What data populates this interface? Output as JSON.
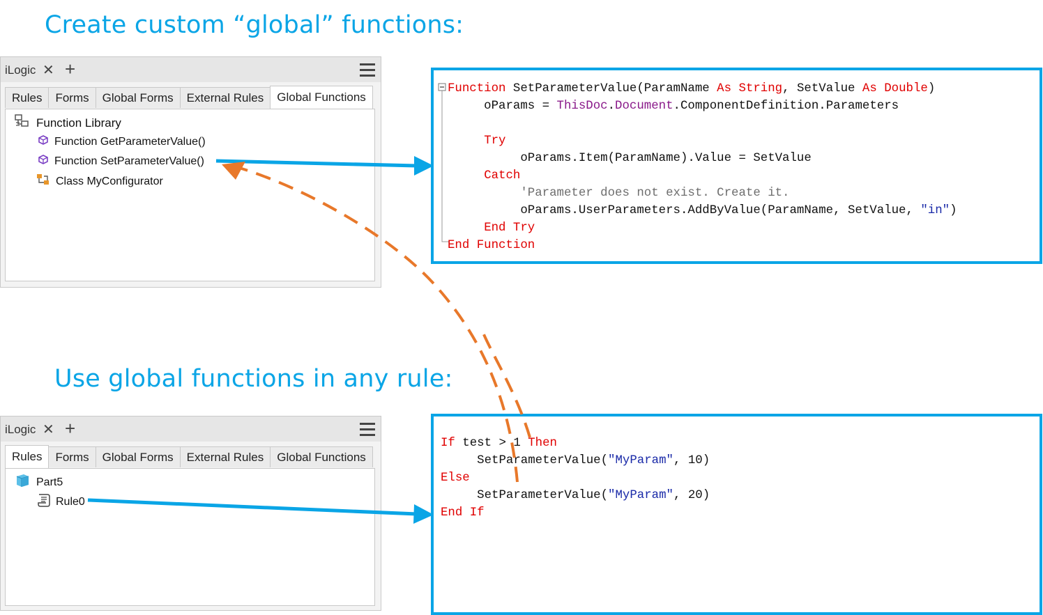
{
  "headings": {
    "top": "Create custom “global” functions:",
    "bottom": "Use global functions in any rule:"
  },
  "panel_top": {
    "app_title": "iLogic",
    "tabs": [
      "Rules",
      "Forms",
      "Global Forms",
      "External Rules",
      "Global Functions"
    ],
    "active_tab": "Global Functions",
    "tree": {
      "root": "Function Library",
      "items": [
        "Function GetParameterValue()",
        "Function SetParameterValue()",
        "Class MyConfigurator"
      ]
    }
  },
  "panel_bottom": {
    "app_title": "iLogic",
    "tabs": [
      "Rules",
      "Forms",
      "Global Forms",
      "External Rules",
      "Global Functions"
    ],
    "active_tab": "Rules",
    "tree": {
      "root": "Part5",
      "items": [
        "Rule0"
      ]
    }
  },
  "code_top": {
    "lines": [
      [
        [
          "kw",
          "Function"
        ],
        [
          "pl",
          " SetParameterValue(ParamName "
        ],
        [
          "kw",
          "As"
        ],
        [
          "pl",
          " "
        ],
        [
          "kw",
          "String"
        ],
        [
          "pl",
          ", SetValue "
        ],
        [
          "kw",
          "As"
        ],
        [
          "pl",
          " "
        ],
        [
          "kw",
          "Double"
        ],
        [
          "pl",
          ")"
        ]
      ],
      [
        [
          "pl",
          "     oParams = "
        ],
        [
          "ob",
          "ThisDoc"
        ],
        [
          "pl",
          "."
        ],
        [
          "ob",
          "Document"
        ],
        [
          "pl",
          ".ComponentDefinition.Parameters"
        ]
      ],
      [],
      [
        [
          "pl",
          "     "
        ],
        [
          "kw",
          "Try"
        ]
      ],
      [
        [
          "pl",
          "          oParams.Item(ParamName).Value = SetValue"
        ]
      ],
      [
        [
          "pl",
          "     "
        ],
        [
          "kw",
          "Catch"
        ]
      ],
      [
        [
          "cm",
          "          'Parameter does not exist. Create it."
        ]
      ],
      [
        [
          "pl",
          "          oParams.UserParameters.AddByValue(ParamName, SetValue, "
        ],
        [
          "str",
          "\"in\""
        ],
        [
          "pl",
          ")"
        ]
      ],
      [
        [
          "pl",
          "     "
        ],
        [
          "kw",
          "End Try"
        ]
      ],
      [
        [
          "kw",
          "End Function"
        ]
      ]
    ]
  },
  "code_bottom": {
    "lines": [
      [
        [
          "kw",
          "If"
        ],
        [
          "pl",
          " test > 1 "
        ],
        [
          "kw",
          "Then"
        ]
      ],
      [
        [
          "pl",
          "     SetParameterValue("
        ],
        [
          "str",
          "\"MyParam\""
        ],
        [
          "pl",
          ", 10)"
        ]
      ],
      [
        [
          "kw",
          "Else"
        ]
      ],
      [
        [
          "pl",
          "     SetParameterValue("
        ],
        [
          "str",
          "\"MyParam\""
        ],
        [
          "pl",
          ", 20)"
        ]
      ],
      [
        [
          "kw",
          "End If"
        ]
      ]
    ]
  },
  "colors": {
    "accent_blue": "#0aa5e6",
    "arrow_orange": "#e8782a",
    "keyword_red": "#e00000",
    "string_blue": "#1a2aa8",
    "object_purple": "#8a1a8a"
  },
  "icons": {
    "library": "function-library-icon",
    "function": "function-cube-icon",
    "class": "class-icon",
    "part": "part-cube-icon",
    "rule": "rule-scroll-icon"
  }
}
